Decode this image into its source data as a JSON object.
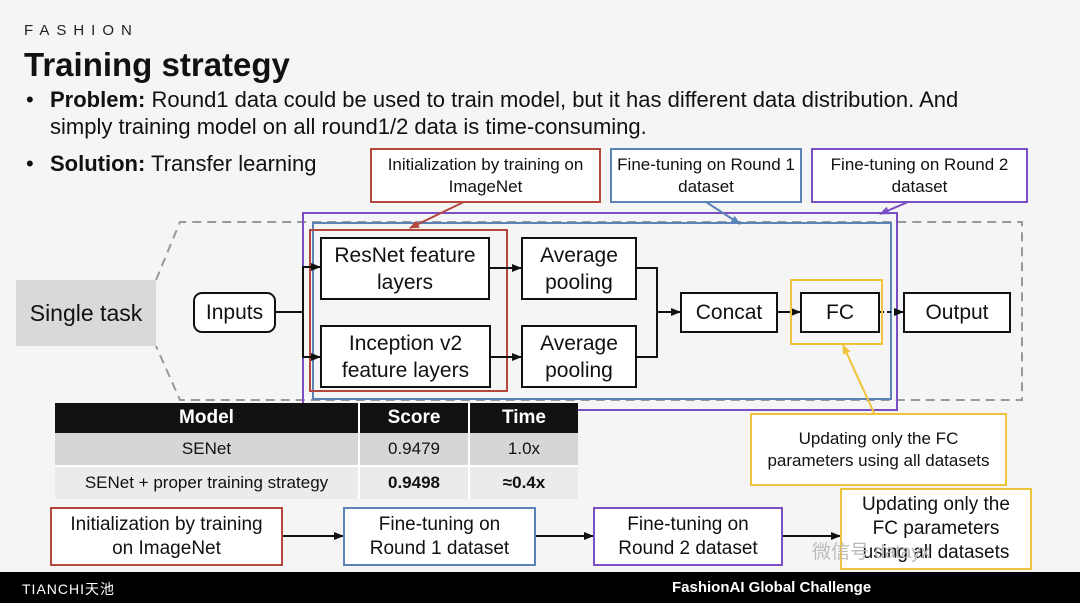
{
  "brand": "FASHION",
  "title": "Training strategy",
  "bullets": {
    "problem_label": "Problem:",
    "problem_text": " Round1 data could be used to train model, but it has different data distribution. And",
    "problem_text2": "simply training model on all round1/2 data is time-consuming.",
    "solution_label": "Solution:",
    "solution_text": " Transfer learning"
  },
  "callouts": {
    "init_imagenet": "Initialization by training on ImageNet",
    "finetune_r1": "Fine-tuning on Round 1 dataset",
    "finetune_r2": "Fine-tuning on Round 2 dataset",
    "update_fc": "Updating only the FC parameters using all datasets"
  },
  "network": {
    "single_task": "Single task",
    "inputs": "Inputs",
    "resnet": "ResNet feature layers",
    "inception": "Inception v2 feature layers",
    "avgpool1": "Average pooling",
    "avgpool2": "Average pooling",
    "concat": "Concat",
    "fc": "FC",
    "output": "Output"
  },
  "table": {
    "headers": [
      "Model",
      "Score",
      "Time"
    ],
    "rows": [
      [
        "SENet",
        "0.9479",
        "1.0x"
      ],
      [
        "SENet + proper training strategy",
        "0.9498",
        "≈0.4x"
      ]
    ]
  },
  "pipeline": {
    "step1": "Initialization by training on ImageNet",
    "step2": "Fine-tuning on Round 1 dataset",
    "step3": "Fine-tuning on Round 2 dataset",
    "step4": "Updating only the FC parameters using all datasets"
  },
  "footer": {
    "left": "TIANCHI天池",
    "right": "FashionAI Global Challenge"
  },
  "watermark": "微信号 datayx",
  "colors": {
    "red": "#b5473d",
    "blue": "#5b83b8",
    "purple": "#7a4fc4",
    "yellow": "#f0c43a"
  }
}
